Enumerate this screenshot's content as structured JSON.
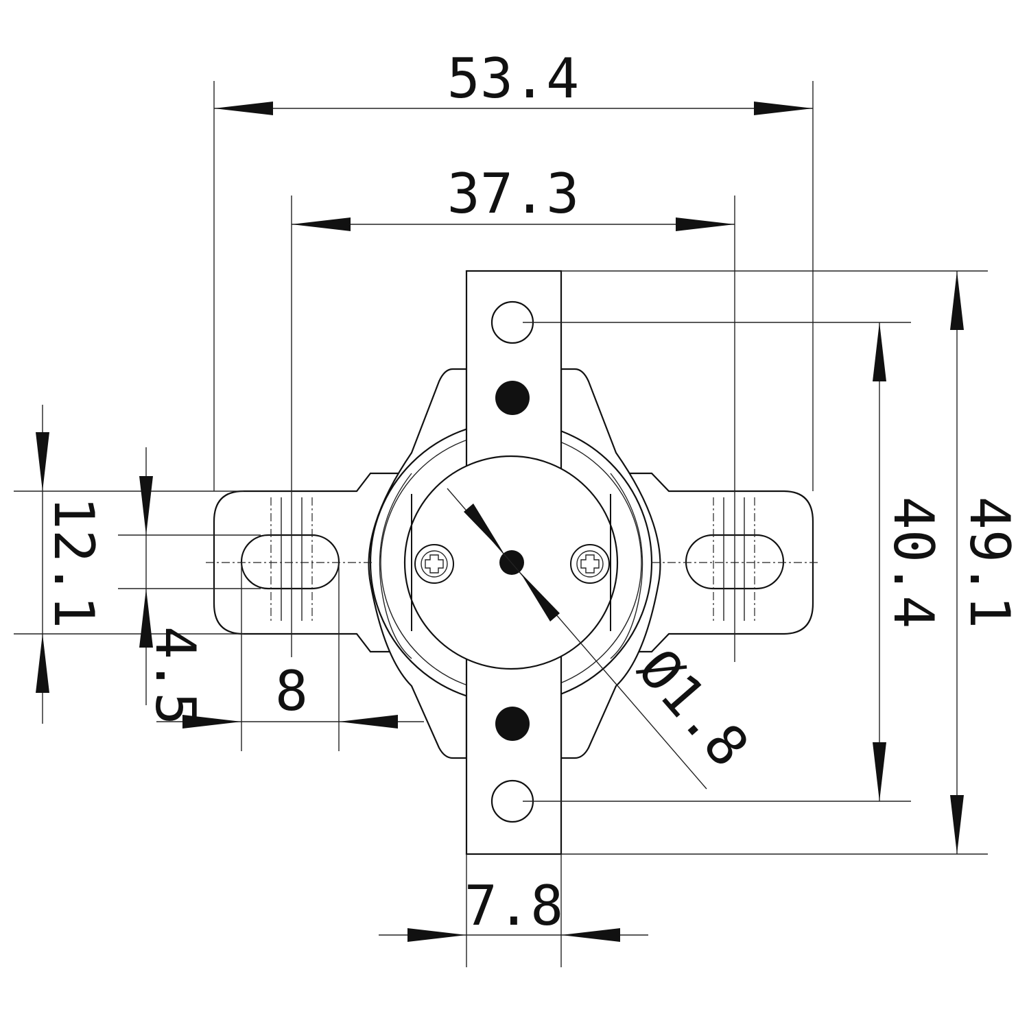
{
  "dimensions": {
    "overall_width": "53.4",
    "mount_hole_spacing": "37.3",
    "overall_height": "49.1",
    "terminal_hole_spacing": "40.4",
    "flange_height": "12.1",
    "slot_width": "4.5",
    "slot_length": "8",
    "terminal_width": "7.8",
    "center_hole_diameter": "Ø1.8"
  }
}
